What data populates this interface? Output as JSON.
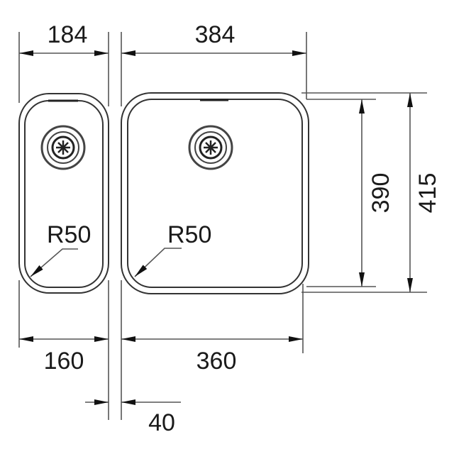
{
  "dimensions": {
    "left_bowl_outer_width": "184",
    "right_bowl_outer_width": "384",
    "left_bowl_inner_width": "160",
    "right_bowl_inner_width": "360",
    "gap": "40",
    "inner_depth": "390",
    "outer_depth": "415"
  },
  "radii": {
    "left": "R50",
    "right": "R50"
  },
  "colors": {
    "line": "#555555",
    "text": "#1a1a1a"
  }
}
